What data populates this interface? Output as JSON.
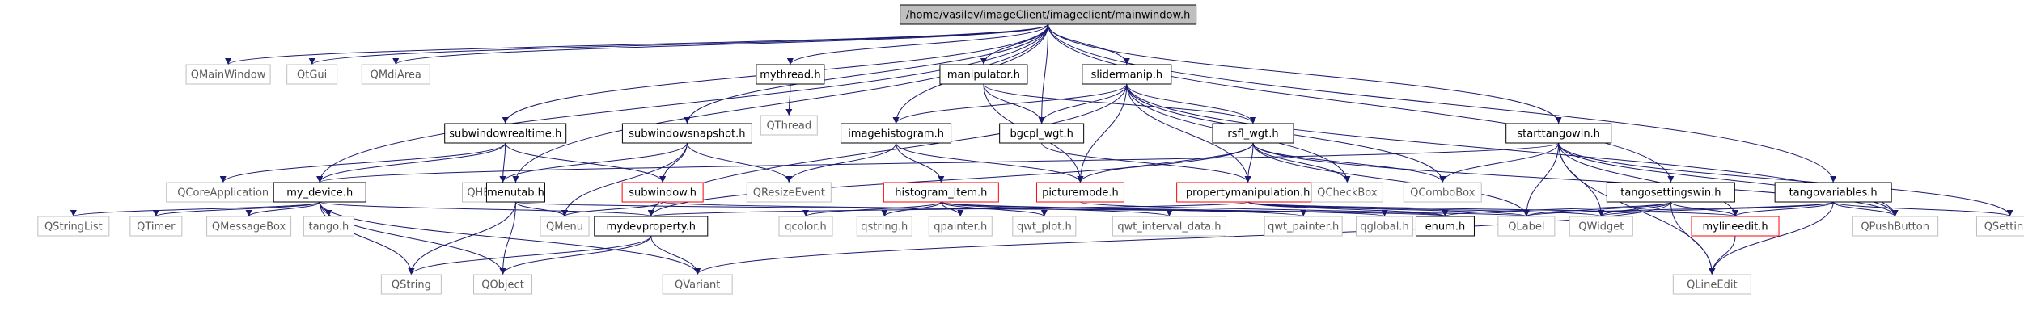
{
  "diagram": {
    "type": "include-dependency-graph",
    "colors": {
      "background": "#ffffff",
      "edge": "#191970",
      "root_fill": "#bfbfbf",
      "root_border": "#000000",
      "documented_border": "#000000",
      "external_border": "#bfbfbf",
      "external_text": "#5a5a5a",
      "truncated_border": "#ff0000",
      "text": "#000000"
    },
    "nodes": [
      {
        "id": "mainwindow",
        "label": "/home/vasilev/imageClient/imageclient/mainwindow.h",
        "kind": "root"
      },
      {
        "id": "QMainWindow",
        "label": "QMainWindow",
        "kind": "external"
      },
      {
        "id": "QtGui",
        "label": "QtGui",
        "kind": "external"
      },
      {
        "id": "QMdiArea",
        "label": "QMdiArea",
        "kind": "external"
      },
      {
        "id": "mythread",
        "label": "mythread.h",
        "kind": "documented"
      },
      {
        "id": "QThread",
        "label": "QThread",
        "kind": "external"
      },
      {
        "id": "manipulator",
        "label": "manipulator.h",
        "kind": "documented"
      },
      {
        "id": "slidermanip",
        "label": "slidermanip.h",
        "kind": "documented"
      },
      {
        "id": "subwindowrealtime",
        "label": "subwindowrealtime.h",
        "kind": "documented"
      },
      {
        "id": "subwindowsnapshot",
        "label": "subwindowsnapshot.h",
        "kind": "documented"
      },
      {
        "id": "imagehistogram",
        "label": "imagehistogram.h",
        "kind": "documented"
      },
      {
        "id": "bgcpl_wgt",
        "label": "bgcpl_wgt.h",
        "kind": "documented"
      },
      {
        "id": "rsfl_wgt",
        "label": "rsfl_wgt.h",
        "kind": "documented"
      },
      {
        "id": "starttangowin",
        "label": "starttangowin.h",
        "kind": "documented"
      },
      {
        "id": "QCoreApplication",
        "label": "QCoreApplication",
        "kind": "external"
      },
      {
        "id": "my_device",
        "label": "my_device.h",
        "kind": "documented"
      },
      {
        "id": "QHBoxLayout",
        "label": "QHBoxLayout",
        "kind": "external"
      },
      {
        "id": "menutab",
        "label": "menutab.h",
        "kind": "documented"
      },
      {
        "id": "subwindow",
        "label": "subwindow.h",
        "kind": "truncated"
      },
      {
        "id": "QResizeEvent",
        "label": "QResizeEvent",
        "kind": "external"
      },
      {
        "id": "histogram_item",
        "label": "histogram_item.h",
        "kind": "truncated"
      },
      {
        "id": "picturemode",
        "label": "picturemode.h",
        "kind": "truncated"
      },
      {
        "id": "propertymanipulation",
        "label": "propertymanipulation.h",
        "kind": "truncated"
      },
      {
        "id": "QCheckBox",
        "label": "QCheckBox",
        "kind": "external"
      },
      {
        "id": "QComboBox",
        "label": "QComboBox",
        "kind": "external"
      },
      {
        "id": "tangosettingswin",
        "label": "tangosettingswin.h",
        "kind": "documented"
      },
      {
        "id": "tangovariables",
        "label": "tangovariables.h",
        "kind": "documented"
      },
      {
        "id": "QStringList",
        "label": "QStringList",
        "kind": "external"
      },
      {
        "id": "QTimer",
        "label": "QTimer",
        "kind": "external"
      },
      {
        "id": "QMessageBox",
        "label": "QMessageBox",
        "kind": "external"
      },
      {
        "id": "tango",
        "label": "tango.h",
        "kind": "external"
      },
      {
        "id": "QMenu",
        "label": "QMenu",
        "kind": "external"
      },
      {
        "id": "mydevproperty",
        "label": "mydevproperty.h",
        "kind": "documented"
      },
      {
        "id": "qcolor",
        "label": "qcolor.h",
        "kind": "external"
      },
      {
        "id": "qstring",
        "label": "qstring.h",
        "kind": "external"
      },
      {
        "id": "qpainter",
        "label": "qpainter.h",
        "kind": "external"
      },
      {
        "id": "qwt_plot",
        "label": "qwt_plot.h",
        "kind": "external"
      },
      {
        "id": "qwt_interval_data",
        "label": "qwt_interval_data.h",
        "kind": "external"
      },
      {
        "id": "qwt_painter",
        "label": "qwt_painter.h",
        "kind": "external"
      },
      {
        "id": "qglobal",
        "label": "qglobal.h",
        "kind": "external"
      },
      {
        "id": "enum",
        "label": "enum.h",
        "kind": "documented"
      },
      {
        "id": "QLabel",
        "label": "QLabel",
        "kind": "external"
      },
      {
        "id": "QWidget",
        "label": "QWidget",
        "kind": "external"
      },
      {
        "id": "mylineedit",
        "label": "mylineedit.h",
        "kind": "truncated"
      },
      {
        "id": "QPushButton",
        "label": "QPushButton",
        "kind": "external"
      },
      {
        "id": "QSettings",
        "label": "QSettings",
        "kind": "external"
      },
      {
        "id": "QString",
        "label": "QString",
        "kind": "external"
      },
      {
        "id": "QObject",
        "label": "QObject",
        "kind": "external"
      },
      {
        "id": "QVariant",
        "label": "QVariant",
        "kind": "external"
      },
      {
        "id": "QLineEdit",
        "label": "QLineEdit",
        "kind": "external"
      }
    ],
    "edges": [
      [
        "mainwindow",
        "QMainWindow"
      ],
      [
        "mainwindow",
        "QtGui"
      ],
      [
        "mainwindow",
        "QMdiArea"
      ],
      [
        "mainwindow",
        "mythread"
      ],
      [
        "mainwindow",
        "manipulator"
      ],
      [
        "mainwindow",
        "slidermanip"
      ],
      [
        "mainwindow",
        "subwindowrealtime"
      ],
      [
        "mainwindow",
        "subwindowsnapshot"
      ],
      [
        "mainwindow",
        "imagehistogram"
      ],
      [
        "mainwindow",
        "bgcpl_wgt"
      ],
      [
        "mainwindow",
        "starttangowin"
      ],
      [
        "mainwindow",
        "my_device"
      ],
      [
        "mainwindow",
        "menutab"
      ],
      [
        "mainwindow",
        "tangosettingswin"
      ],
      [
        "mainwindow",
        "tangovariables"
      ],
      [
        "mythread",
        "QThread"
      ],
      [
        "manipulator",
        "bgcpl_wgt"
      ],
      [
        "manipulator",
        "rsfl_wgt"
      ],
      [
        "manipulator",
        "picturemode"
      ],
      [
        "slidermanip",
        "imagehistogram"
      ],
      [
        "slidermanip",
        "bgcpl_wgt"
      ],
      [
        "slidermanip",
        "rsfl_wgt"
      ],
      [
        "slidermanip",
        "picturemode"
      ],
      [
        "slidermanip",
        "propertymanipulation"
      ],
      [
        "slidermanip",
        "QCheckBox"
      ],
      [
        "slidermanip",
        "QComboBox"
      ],
      [
        "slidermanip",
        "mydevproperty"
      ],
      [
        "slidermanip",
        "QPushButton"
      ],
      [
        "subwindowrealtime",
        "QCoreApplication"
      ],
      [
        "subwindowrealtime",
        "my_device"
      ],
      [
        "subwindowrealtime",
        "QHBoxLayout"
      ],
      [
        "subwindowrealtime",
        "subwindow"
      ],
      [
        "subwindowsnapshot",
        "subwindow"
      ],
      [
        "subwindowsnapshot",
        "QResizeEvent"
      ],
      [
        "subwindowsnapshot",
        "QHBoxLayout"
      ],
      [
        "subwindowsnapshot",
        "QMenu"
      ],
      [
        "imagehistogram",
        "QResizeEvent"
      ],
      [
        "imagehistogram",
        "histogram_item"
      ],
      [
        "imagehistogram",
        "picturemode"
      ],
      [
        "bgcpl_wgt",
        "propertymanipulation"
      ],
      [
        "rsfl_wgt",
        "picturemode"
      ],
      [
        "rsfl_wgt",
        "propertymanipulation"
      ],
      [
        "rsfl_wgt",
        "QCheckBox"
      ],
      [
        "rsfl_wgt",
        "QComboBox"
      ],
      [
        "rsfl_wgt",
        "mydevproperty"
      ],
      [
        "rsfl_wgt",
        "QLabel"
      ],
      [
        "rsfl_wgt",
        "QPushButton"
      ],
      [
        "starttangowin",
        "QComboBox"
      ],
      [
        "starttangowin",
        "QLabel"
      ],
      [
        "starttangowin",
        "QWidget"
      ],
      [
        "starttangowin",
        "mylineedit"
      ],
      [
        "starttangowin",
        "QPushButton"
      ],
      [
        "starttangowin",
        "QSettings"
      ],
      [
        "starttangowin",
        "QLineEdit"
      ],
      [
        "starttangowin",
        "my_device"
      ],
      [
        "my_device",
        "QStringList"
      ],
      [
        "my_device",
        "QTimer"
      ],
      [
        "my_device",
        "QMessageBox"
      ],
      [
        "my_device",
        "tango"
      ],
      [
        "my_device",
        "mydevproperty"
      ],
      [
        "my_device",
        "QString"
      ],
      [
        "my_device",
        "QObject"
      ],
      [
        "my_device",
        "QVariant"
      ],
      [
        "menutab",
        "QMenu"
      ],
      [
        "menutab",
        "QString"
      ],
      [
        "menutab",
        "QObject"
      ],
      [
        "menutab",
        "QLabel"
      ],
      [
        "subwindow",
        "QMenu"
      ],
      [
        "subwindow",
        "enum"
      ],
      [
        "histogram_item",
        "qcolor"
      ],
      [
        "histogram_item",
        "qstring"
      ],
      [
        "histogram_item",
        "qpainter"
      ],
      [
        "histogram_item",
        "qwt_plot"
      ],
      [
        "histogram_item",
        "qwt_interval_data"
      ],
      [
        "histogram_item",
        "qwt_painter"
      ],
      [
        "histogram_item",
        "qglobal"
      ],
      [
        "picturemode",
        "enum"
      ],
      [
        "propertymanipulation",
        "mydevproperty"
      ],
      [
        "propertymanipulation",
        "enum"
      ],
      [
        "propertymanipulation",
        "QLabel"
      ],
      [
        "propertymanipulation",
        "QWidget"
      ],
      [
        "propertymanipulation",
        "mylineedit"
      ],
      [
        "mydevproperty",
        "QString"
      ],
      [
        "mydevproperty",
        "QObject"
      ],
      [
        "mydevproperty",
        "QVariant"
      ],
      [
        "tangosettingswin",
        "enum"
      ],
      [
        "tangosettingswin",
        "QLabel"
      ],
      [
        "tangosettingswin",
        "QWidget"
      ],
      [
        "tangosettingswin",
        "mylineedit"
      ],
      [
        "tangosettingswin",
        "QLineEdit"
      ],
      [
        "tangosettingswin",
        "QVariant"
      ],
      [
        "tangovariables",
        "QLabel"
      ],
      [
        "tangovariables",
        "QWidget"
      ],
      [
        "tangovariables",
        "mylineedit"
      ],
      [
        "tangovariables",
        "QPushButton"
      ],
      [
        "tangovariables",
        "QSettings"
      ],
      [
        "tangovariables",
        "QLineEdit"
      ],
      [
        "mylineedit",
        "QLineEdit"
      ]
    ]
  }
}
